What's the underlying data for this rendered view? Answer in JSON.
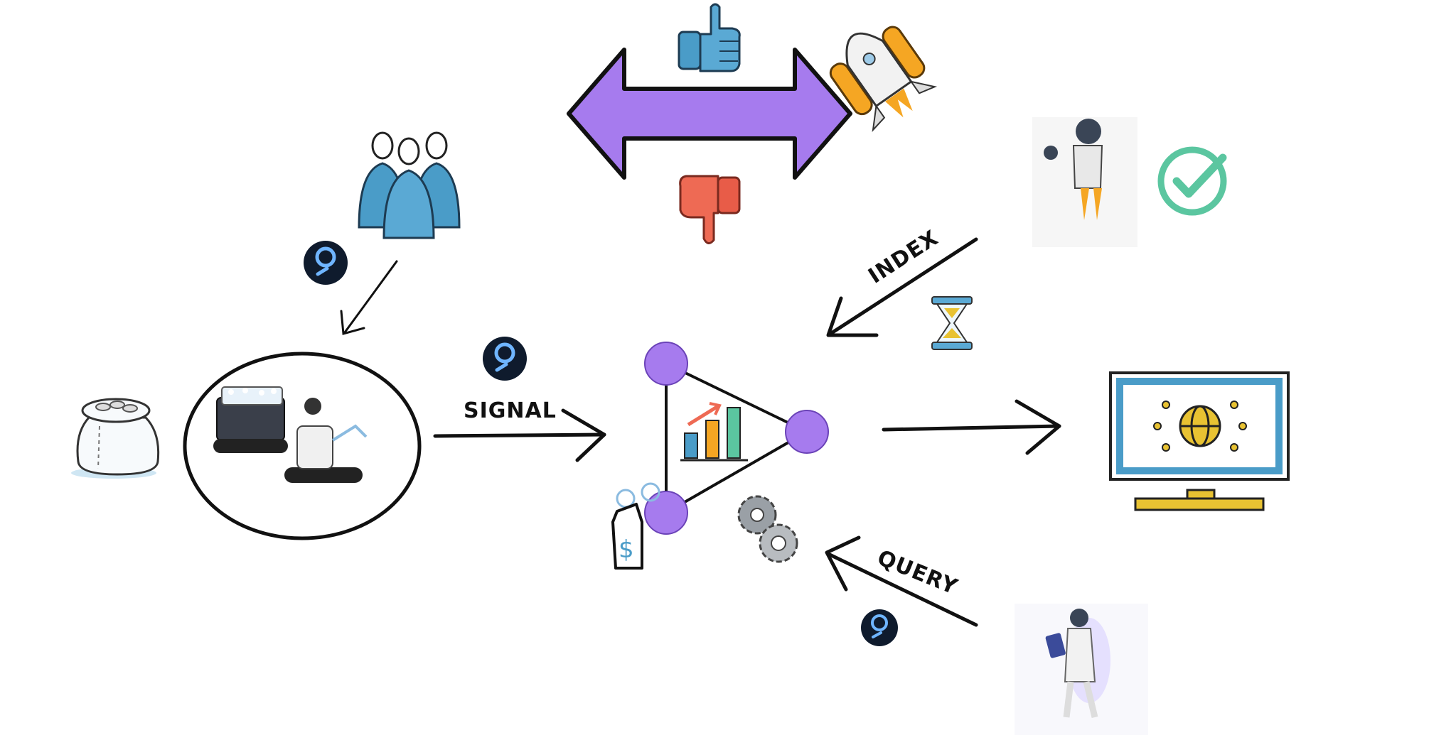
{
  "diagram": {
    "labels": {
      "signal": "SIGNAL",
      "index": "INDEX",
      "query": "QUERY"
    },
    "icons": [
      "thumbs-up-icon",
      "thumbs-down-icon",
      "rocket-icon",
      "people-group-icon",
      "graph-token-icon",
      "coin-sack-icon",
      "indexer-machine-icon",
      "subgraph-triangle-icon",
      "price-tag-icon",
      "gears-icon",
      "jetpack-astronaut-icon",
      "checkmark-icon",
      "hourglass-icon",
      "monitor-globe-icon",
      "astronaut-tablet-icon"
    ],
    "colors": {
      "purple": "#A67BEE",
      "blue": "#4A9CC8",
      "red": "#EE6A54",
      "orange": "#F5A623",
      "green": "#5BC6A0",
      "gold": "#E8C232",
      "dark": "#0F1B2D"
    }
  }
}
